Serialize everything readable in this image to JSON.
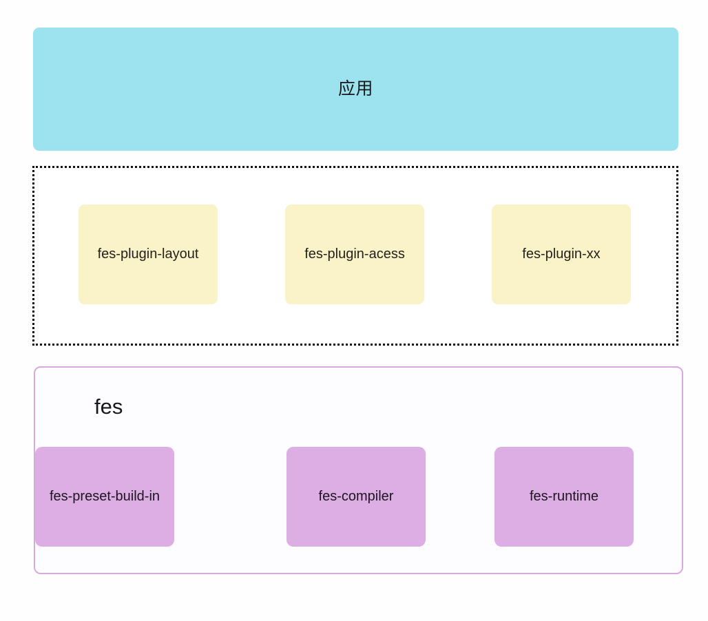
{
  "diagram": {
    "title": "fes framework layered architecture",
    "background_color": "#ffffff",
    "layers": {
      "application": {
        "label": "应用",
        "fill_color": "#9CE2EF"
      },
      "plugins": {
        "border_style": "dotted",
        "border_color": "#0d0d14",
        "card_fill_color": "#FAF3C7",
        "cards": [
          {
            "label": "fes-plugin-layout"
          },
          {
            "label": "fes-plugin-acess"
          },
          {
            "label": "fes-plugin-xx"
          }
        ]
      },
      "core": {
        "title": "fes",
        "border_color": "#D9A9DE",
        "card_fill_color": "#DCAEE4",
        "cards": [
          {
            "label": "fes-compiler"
          },
          {
            "label": "fes-runtime"
          },
          {
            "label": "fes-preset-build-in"
          }
        ]
      }
    }
  }
}
